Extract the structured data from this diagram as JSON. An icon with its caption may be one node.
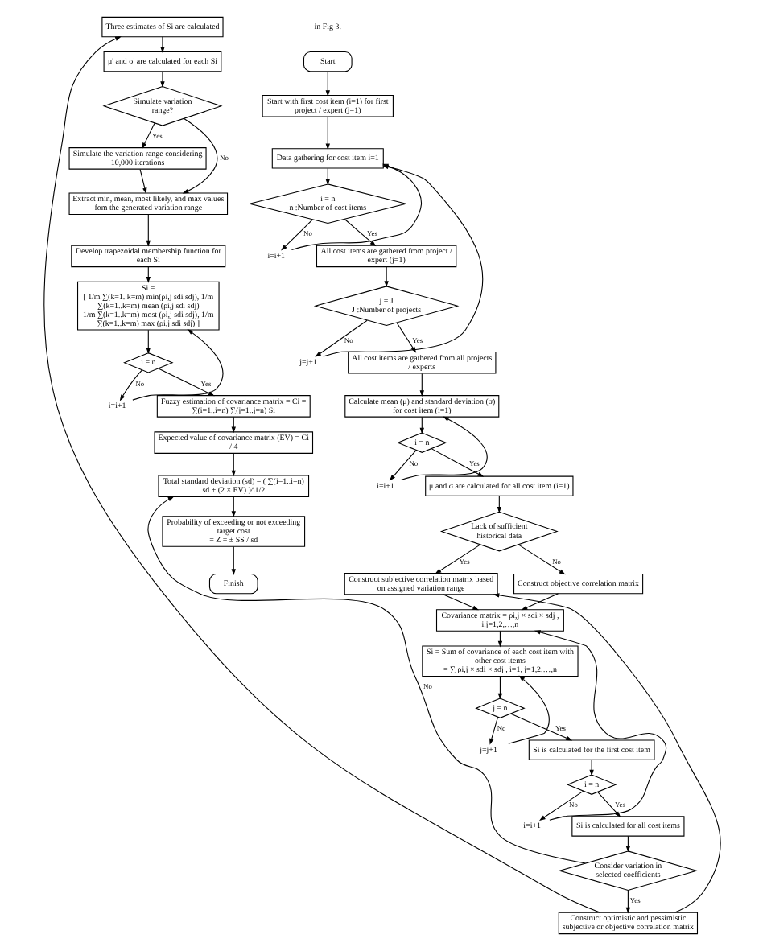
{
  "diagram": {
    "nodes": [
      {
        "text": [
          "Start"
        ]
      },
      {
        "text": [
          "Start with first cost item (i=1) for first project / expert (j=1)"
        ]
      },
      {
        "text": [
          "Data gathering for cost item i=1"
        ]
      },
      {
        "text": [
          "i = n",
          "n :Number of cost items"
        ]
      },
      {
        "text": [
          "i=i+1"
        ]
      },
      {
        "text": [
          "All cost items are gathered from project / expert (j=1)"
        ]
      },
      {
        "text": [
          "j = J",
          "J :Number of projects"
        ]
      },
      {
        "text": [
          "j=j+1"
        ]
      },
      {
        "text": [
          "All cost items are gathered from all projects / experts"
        ]
      },
      {
        "text": [
          "Calculate mean (μ) and standard deviation (σ) for cost item (i=1)"
        ]
      },
      {
        "text": [
          "i = n"
        ]
      },
      {
        "text": [
          "i=i+1"
        ]
      },
      {
        "text": [
          "μ and σ are calculated for all cost item (i=1)"
        ]
      },
      {
        "text": [
          "Lack of sufficient historical data"
        ]
      },
      {
        "text": [
          "Construct subjective correlation matrix based on assigned variation range"
        ]
      },
      {
        "text": [
          "Construct objective correlation matrix"
        ]
      },
      {
        "text": [
          "Covariance matrix = ρi,j × sdi × sdj , i,j=1,2,…,n"
        ]
      },
      {
        "text": [
          "Si = Sum of covariance of each cost item with other cost items",
          "= ∑ ρi,j × sdi × sdj , i=1, j=1,2,…,n"
        ]
      },
      {
        "text": [
          "j = n"
        ]
      },
      {
        "text": [
          "j=j+1"
        ]
      },
      {
        "text": [
          "Si is calculated for the first cost item"
        ]
      },
      {
        "text": [
          "i = n"
        ]
      },
      {
        "text": [
          "i=i+1"
        ]
      },
      {
        "text": [
          "Si is calculated for all cost items"
        ]
      },
      {
        "text": [
          "Consider variation in selected coefficients"
        ]
      },
      {
        "text": [
          "Construct optimistic and pessimistic subjective or objective correlation matrix"
        ]
      },
      {
        "text": [
          "Three estimates of Si are calculated"
        ]
      },
      {
        "text": [
          "μ' and σ' are calculated for each Si"
        ]
      },
      {
        "text": [
          "Simulate variation range?"
        ]
      },
      {
        "text": [
          "Simulate the variation range considering 10,000 iterations"
        ]
      },
      {
        "text": [
          "Extract min, mean, most likely, and max values fom the generated variation range"
        ]
      },
      {
        "text": [
          "Develop trapezoidal membership function for each Si"
        ]
      },
      {
        "text": [
          "Si =",
          "[ 1/m ∑(k=1..k=m) min(ρi,j sdi sdj), 1/m ∑(k=1..k=m) mean (ρi,j sdi sdj)",
          "1/m ∑(k=1..k=m) most (ρi,j sdi sdj), 1/m ∑(k=1..k=m) max (ρi,j sdi sdj) ]"
        ]
      },
      {
        "text": [
          "i = n"
        ]
      },
      {
        "text": [
          "i=i+1"
        ]
      },
      {
        "text": [
          "Fuzzy estimation of covariance matrix = Ci = ∑(i=1..i=n) ∑(j=1..j=n) Si"
        ]
      },
      {
        "text": [
          "Expected value of covariance matrix (EV) = Ci / 4"
        ]
      },
      {
        "text": [
          "Total standard deviation (sd) = ( ∑(i=1..i=n) sd + (2 × EV) )^1/2"
        ]
      },
      {
        "text": [
          "Probability of exceeding or not exceeding target cost",
          "= Z = ± SS / sd"
        ]
      },
      {
        "text": [
          "Finish"
        ]
      }
    ],
    "edges": [
      {
        "from": 0,
        "to": 1,
        "arrow": "to"
      },
      {
        "from": 1,
        "to": 2,
        "arrow": "to"
      },
      {
        "from": 2,
        "to": 3,
        "arrow": "to"
      },
      {
        "from": 3,
        "to": 5,
        "arrow": "to",
        "label": "Yes"
      },
      {
        "from": 3,
        "to": 4,
        "arrow": "to",
        "label": "No"
      },
      {
        "from": 4,
        "to": 2,
        "arrow": "to"
      },
      {
        "from": 5,
        "to": 6,
        "arrow": "to"
      },
      {
        "from": 6,
        "to": 7,
        "arrow": "to",
        "label": "No"
      },
      {
        "from": 7,
        "to": 2,
        "arrow": "to"
      },
      {
        "from": 6,
        "to": 8,
        "arrow": "to",
        "label": "Yes"
      },
      {
        "from": 8,
        "to": 9,
        "arrow": "to"
      },
      {
        "from": 9,
        "to": 10,
        "arrow": "to"
      },
      {
        "from": 10,
        "to": 11,
        "arrow": "to",
        "label": "No"
      },
      {
        "from": 11,
        "to": 9,
        "arrow": "to"
      },
      {
        "from": 10,
        "to": 12,
        "arrow": "to",
        "label": "Yes"
      },
      {
        "from": 12,
        "to": 13,
        "arrow": "to"
      },
      {
        "from": 13,
        "to": 14,
        "arrow": "to",
        "label": "Yes"
      },
      {
        "from": 13,
        "to": 15,
        "arrow": "to",
        "label": "No"
      },
      {
        "from": 14,
        "to": 16,
        "arrow": "to"
      },
      {
        "from": 15,
        "to": 16,
        "arrow": "to"
      },
      {
        "from": 16,
        "to": 17,
        "arrow": "to"
      },
      {
        "from": 17,
        "to": 18,
        "arrow": "to"
      },
      {
        "from": 18,
        "to": 19,
        "arrow": "to",
        "label": "No"
      },
      {
        "from": 19,
        "to": 17,
        "arrow": "to"
      },
      {
        "from": 18,
        "to": 20,
        "arrow": "to",
        "label": "Yes"
      },
      {
        "from": 20,
        "to": 21,
        "arrow": "to"
      },
      {
        "from": 21,
        "to": 22,
        "arrow": "to",
        "label": "No"
      },
      {
        "from": 22,
        "to": 16,
        "arrow": "to"
      },
      {
        "from": 21,
        "to": 23,
        "arrow": "to",
        "label": "Yes"
      },
      {
        "from": 23,
        "to": 24,
        "arrow": "to"
      },
      {
        "from": 24,
        "to": 25,
        "arrow": "to",
        "label": "Yes"
      },
      {
        "from": 24,
        "to": 37,
        "arrow": "to",
        "label": "No"
      },
      {
        "from": 25,
        "to": 14,
        "arrow": "to"
      },
      {
        "from": 25,
        "to": 26,
        "arrow": "to"
      },
      {
        "from": 26,
        "to": 27,
        "arrow": "to"
      },
      {
        "from": 27,
        "to": 28,
        "arrow": "to"
      },
      {
        "from": 28,
        "to": 29,
        "arrow": "to",
        "label": "Yes"
      },
      {
        "from": 28,
        "to": 30,
        "arrow": "to",
        "label": "No"
      },
      {
        "from": 29,
        "to": 30,
        "arrow": "to"
      },
      {
        "from": 30,
        "to": 31,
        "arrow": "to"
      },
      {
        "from": 31,
        "to": 32,
        "arrow": "to"
      },
      {
        "from": 32,
        "to": 33,
        "arrow": "to"
      },
      {
        "from": 33,
        "to": 34,
        "arrow": "to",
        "label": "No"
      },
      {
        "from": 34,
        "to": 32,
        "arrow": "to"
      },
      {
        "from": 33,
        "to": 35,
        "arrow": "to",
        "label": "Yes"
      },
      {
        "from": 35,
        "to": 36,
        "arrow": "to"
      },
      {
        "from": 36,
        "to": 37,
        "arrow": "to"
      },
      {
        "from": 37,
        "to": 38,
        "arrow": "to"
      },
      {
        "from": 38,
        "to": 39,
        "arrow": "to"
      }
    ],
    "labels": [
      "in Fig 3."
    ]
  }
}
